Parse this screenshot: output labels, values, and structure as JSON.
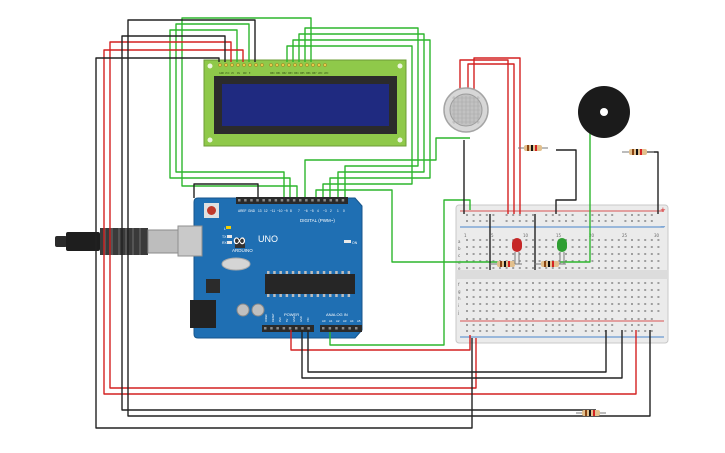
{
  "board": {
    "logo": "∞",
    "name": "UNO",
    "brand": "ARDUINO",
    "header_digital": "DIGITAL (PWM~)",
    "header_power": "POWER",
    "header_analog": "ANALOG IN",
    "pin_numbers": [
      "13",
      "12",
      "~11",
      "~10",
      "~9",
      "8",
      "7",
      "~6",
      "~5",
      "4",
      "~3",
      "2",
      "1",
      "0"
    ],
    "analog_pins": [
      "A0",
      "A1",
      "A2",
      "A3",
      "A4",
      "A5"
    ],
    "power_pins": [
      "IOREF",
      "RESET",
      "3V3",
      "5V",
      "GND",
      "GND",
      "VIN"
    ],
    "labels": {
      "l": "L",
      "tx": "TX",
      "rx": "RX",
      "on": "ON",
      "aref": "AREF",
      "gnd": "GND"
    }
  },
  "breadboard": {
    "columns": [
      "1",
      "5",
      "10",
      "15",
      "20",
      "25",
      "30"
    ],
    "rows_top": [
      "a",
      "b",
      "c",
      "d",
      "e"
    ],
    "rows_bottom": [
      "f",
      "g",
      "h",
      "i",
      "j"
    ],
    "plus": "+",
    "minus": "−"
  },
  "lcd": {
    "pin_labels": [
      "GND",
      "VCC",
      "V0",
      "RS",
      "RW",
      "E",
      "DB0",
      "DB1",
      "DB2",
      "DB3",
      "DB4",
      "DB5",
      "DB6",
      "DB7",
      "LED",
      "LED"
    ]
  },
  "colors": {
    "wire_red": "#d42121",
    "wire_green": "#2db62d",
    "wire_black": "#222222",
    "board_blue": "#1f6fb3",
    "lcd_green": "#8fc94a",
    "lcd_screen": "#1f2a80",
    "led_red": "#c62828",
    "led_green": "#2e9e32"
  }
}
